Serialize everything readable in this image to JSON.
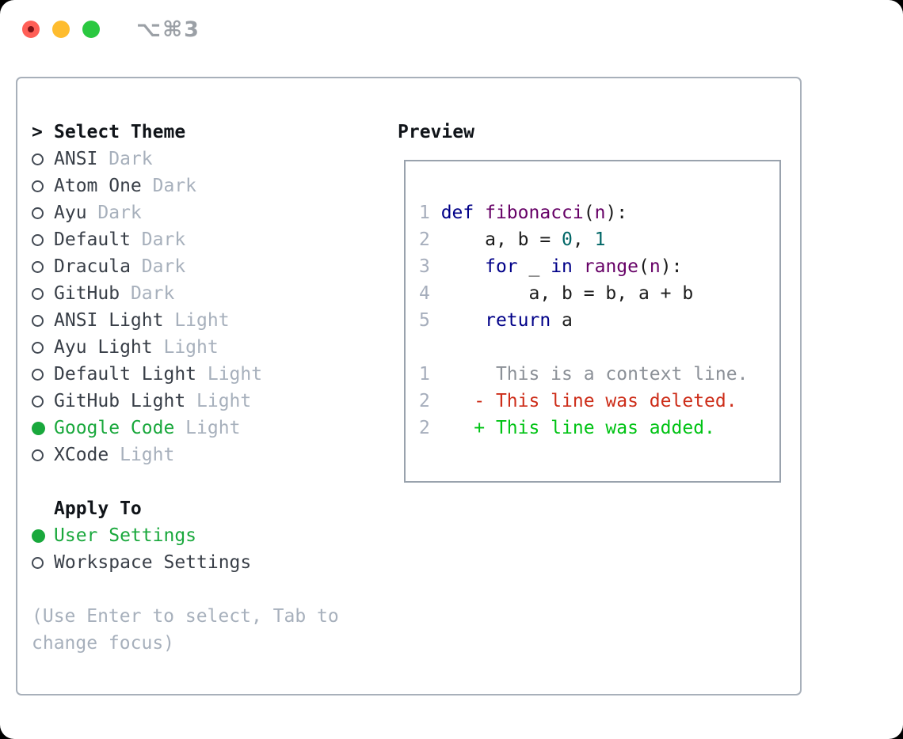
{
  "window": {
    "title": "⌥⌘3",
    "traffic_lights": [
      "close",
      "minimize",
      "zoom"
    ]
  },
  "picker": {
    "cursor": ">",
    "heading": "Select Theme",
    "themes": [
      {
        "name": "ANSI",
        "variant": "Dark",
        "selected": false
      },
      {
        "name": "Atom One",
        "variant": "Dark",
        "selected": false
      },
      {
        "name": "Ayu",
        "variant": "Dark",
        "selected": false
      },
      {
        "name": "Default",
        "variant": "Dark",
        "selected": false
      },
      {
        "name": "Dracula",
        "variant": "Dark",
        "selected": false
      },
      {
        "name": "GitHub",
        "variant": "Dark",
        "selected": false
      },
      {
        "name": "ANSI Light",
        "variant": "Light",
        "selected": false
      },
      {
        "name": "Ayu Light",
        "variant": "Light",
        "selected": false
      },
      {
        "name": "Default Light",
        "variant": "Light",
        "selected": false
      },
      {
        "name": "GitHub Light",
        "variant": "Light",
        "selected": false
      },
      {
        "name": "Google Code",
        "variant": "Light",
        "selected": true
      },
      {
        "name": "XCode",
        "variant": "Light",
        "selected": false
      }
    ],
    "apply_to": {
      "heading": "Apply To",
      "options": [
        {
          "label": "User Settings",
          "selected": true
        },
        {
          "label": "Workspace Settings",
          "selected": false
        }
      ]
    },
    "help_text": "(Use Enter to select, Tab to change focus)"
  },
  "preview": {
    "heading": "Preview",
    "lines": [
      {
        "segs": [
          {
            "c": "num",
            "t": "1 "
          },
          {
            "c": "kwd",
            "t": "def"
          },
          {
            "c": "pln",
            "t": " "
          },
          {
            "c": "typ",
            "t": "fibonacci"
          },
          {
            "c": "pln",
            "t": "("
          },
          {
            "c": "typ",
            "t": "n"
          },
          {
            "c": "pln",
            "t": "):"
          }
        ]
      },
      {
        "segs": [
          {
            "c": "num",
            "t": "2 "
          },
          {
            "c": "pln",
            "t": "    a, b = "
          },
          {
            "c": "lit",
            "t": "0"
          },
          {
            "c": "pln",
            "t": ", "
          },
          {
            "c": "lit",
            "t": "1"
          }
        ]
      },
      {
        "segs": [
          {
            "c": "num",
            "t": "3 "
          },
          {
            "c": "pln",
            "t": "    "
          },
          {
            "c": "kwd",
            "t": "for"
          },
          {
            "c": "pln",
            "t": " _ "
          },
          {
            "c": "kwd",
            "t": "in"
          },
          {
            "c": "pln",
            "t": " "
          },
          {
            "c": "typ",
            "t": "range"
          },
          {
            "c": "pln",
            "t": "("
          },
          {
            "c": "typ",
            "t": "n"
          },
          {
            "c": "pln",
            "t": "):"
          }
        ]
      },
      {
        "segs": [
          {
            "c": "num",
            "t": "4 "
          },
          {
            "c": "pln",
            "t": "        a, b = b, a + b"
          }
        ]
      },
      {
        "segs": [
          {
            "c": "num",
            "t": "5 "
          },
          {
            "c": "pln",
            "t": "    "
          },
          {
            "c": "kwd",
            "t": "return"
          },
          {
            "c": "pln",
            "t": " a"
          }
        ]
      },
      {
        "segs": []
      },
      {
        "segs": [
          {
            "c": "num",
            "t": "1"
          },
          {
            "c": "ctx",
            "t": "      This is a context line."
          }
        ]
      },
      {
        "segs": [
          {
            "c": "num",
            "t": "2"
          },
          {
            "c": "del",
            "t": "    - This line was deleted."
          }
        ]
      },
      {
        "segs": [
          {
            "c": "num",
            "t": "2"
          },
          {
            "c": "add",
            "t": "    + This line was added."
          }
        ]
      }
    ]
  },
  "colors": {
    "kwd": "#000088",
    "typ": "#660066",
    "lit": "#006666",
    "pln": "#1c1c1c",
    "num": "#a6aebc",
    "ctx": "#8b9097",
    "del": "#cd2d19",
    "add": "#00c314",
    "selected_green": "#19a83c",
    "variant_gray": "#a7b0bc",
    "item_text": "#383e47",
    "heading_text": "#101419",
    "help_gray": "#a7b0bc",
    "panel_border": "#a8b0ba",
    "box_border": "#99a2ad",
    "traffic_red": "#ff5f57",
    "traffic_yellow": "#febc2e",
    "traffic_green": "#2ac840",
    "title_gray": "#9ba0a6"
  }
}
